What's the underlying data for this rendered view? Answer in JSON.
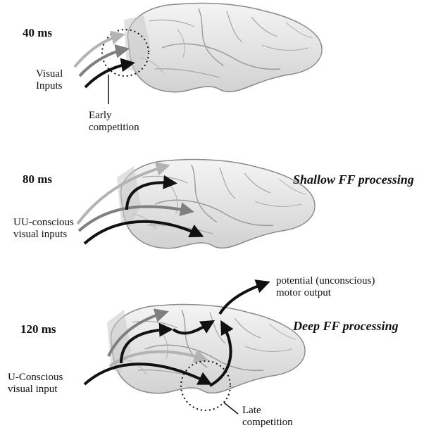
{
  "panels": [
    {
      "time": "40 ms",
      "heading": "",
      "input_label": "Visual\nInputs",
      "note_label": "Early\ncompetition"
    },
    {
      "time": "80 ms",
      "heading": "Shallow FF processing",
      "input_label": "UU-conscious\nvisual inputs",
      "note_label": ""
    },
    {
      "time": "120 ms",
      "heading": "Deep FF processing",
      "input_label": "U-Conscious\nvisual input",
      "note_label": "Late\ncompetition",
      "output_label": "potential (unconscious)\nmotor output"
    }
  ],
  "colors": {
    "brain_fill": "#e4e4e4",
    "brain_stroke": "#8a8a8a",
    "arrow_dark": "#111111",
    "arrow_mid": "#7f7f7f",
    "arrow_light": "#b3b3b3"
  }
}
